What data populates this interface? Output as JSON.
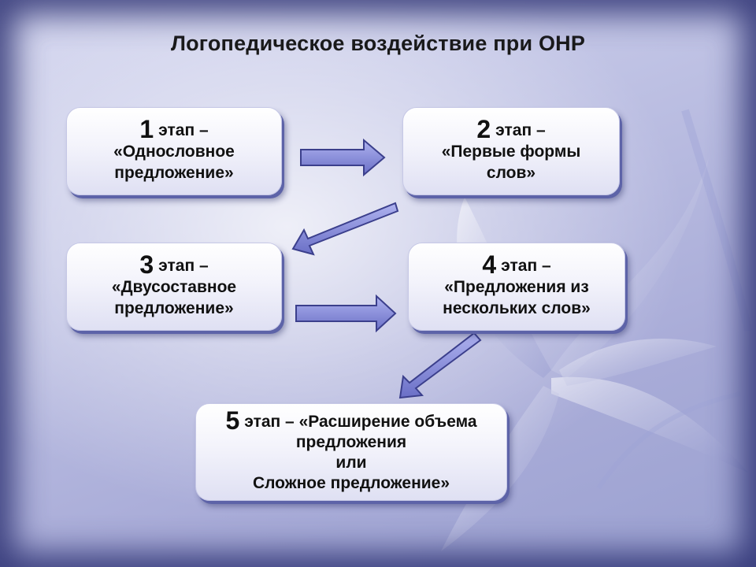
{
  "title": "Логопедическое воздействие при ОНР",
  "stages": [
    {
      "number": "1",
      "word": "этап –",
      "lines": [
        "«Однословное",
        "предложение»"
      ]
    },
    {
      "number": "2",
      "word": "этап –",
      "lines": [
        "«Первые формы",
        "слов»"
      ]
    },
    {
      "number": "3",
      "word": "этап –",
      "lines": [
        "«Двусоставное",
        "предложение»"
      ]
    },
    {
      "number": "4",
      "word": "этап –",
      "lines": [
        "«Предложения из",
        "нескольких слов»"
      ]
    },
    {
      "number": "5",
      "word": "этап – «Расширение объема",
      "lines": [
        "предложения",
        "или",
        "Сложное предложение»"
      ]
    }
  ],
  "colors": {
    "arrow_fill": "#7c81d4",
    "arrow_stroke": "#3b3f8c",
    "background": "#b9bce0",
    "frame": "#2e3380"
  }
}
